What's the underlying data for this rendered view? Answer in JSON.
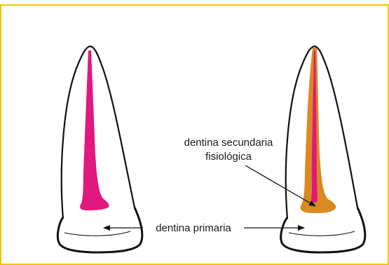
{
  "labels": {
    "secondary_line1": "dentina secundaria",
    "secondary_line2": "fisiológica",
    "primary": "dentina primaria"
  },
  "colors": {
    "frame": "#f5c400",
    "pulp": "#e0197d",
    "secondary_dentin": "#d98a22",
    "outline": "#111111"
  }
}
